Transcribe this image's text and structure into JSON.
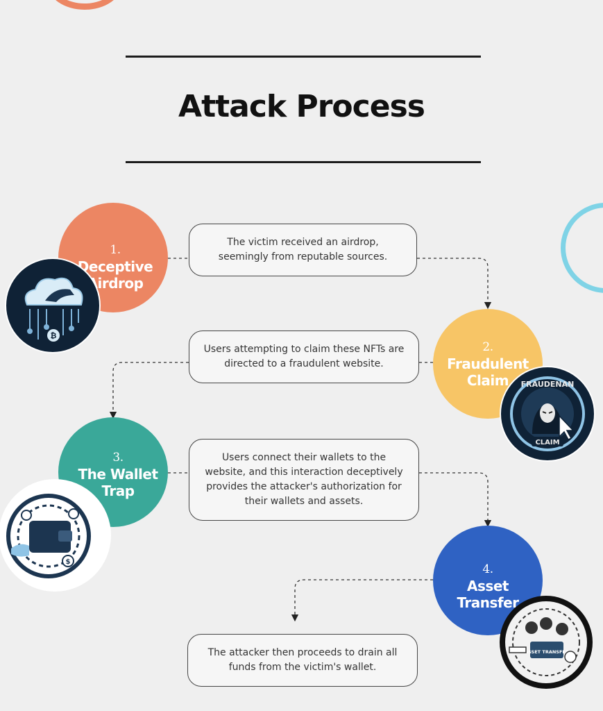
{
  "title": "Attack Process",
  "colors": {
    "step1": "#ec8663",
    "step2": "#f7c566",
    "step3": "#3aa899",
    "step4": "#2f62c3",
    "badge_bg": "#0f2236",
    "accent_orange_ring": "#ec8663",
    "accent_blue_ring": "#7fd3e6"
  },
  "steps": [
    {
      "number": "1.",
      "name": "Deceptive\nAirdrop",
      "description": "The victim received an airdrop, seemingly from reputable sources.",
      "icon": "cloud-airdrop-icon"
    },
    {
      "number": "2.",
      "name": "Fraudulent\nClaim",
      "description": "Users attempting to claim these NFTs are directed to a fraudulent website.",
      "icon": "hacker-claim-icon",
      "badge_text_top": "FRAUDENAN",
      "badge_text_bottom": "CLAIM"
    },
    {
      "number": "3.",
      "name": "The Wallet\nTrap",
      "description": "Users connect their wallets to the website, and this interaction deceptively provides the attacker's authorization for their wallets and assets.",
      "icon": "wallet-trap-icon"
    },
    {
      "number": "4.",
      "name": "Asset\nTransfer",
      "description": "The attacker then proceeds to drain all funds from the victim's wallet.",
      "icon": "asset-transfer-icon",
      "badge_text": "ASSET TRANSFER"
    }
  ]
}
